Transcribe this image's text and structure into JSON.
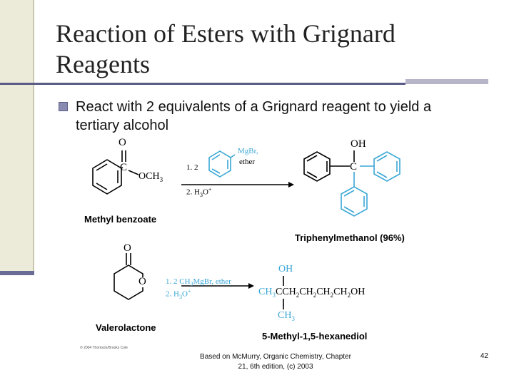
{
  "slide": {
    "title_line1": "Reaction of Esters with Grignard",
    "title_line2": "Reagents",
    "bullet": "React with 2 equivalents of a Grignard reagent to yield a tertiary alcohol",
    "footer_line1": "Based on McMurry, Organic Chemistry, Chapter",
    "footer_line2": "21, 6th edition, (c) 2003",
    "page_number": "42",
    "accent_color": "#5a5b86",
    "cyan_color": "#3aa7d6"
  },
  "reaction1": {
    "reactant_name": "Methyl benzoate",
    "carbonyl_o": "O",
    "carbon_c": "C",
    "methoxy": "OCH",
    "methoxy_sub": "3",
    "reagent_mgbr": "MgBr,",
    "reagent_ether": "ether",
    "step1": "1. 2",
    "step2": "2. H",
    "step2_sub": "3",
    "step2_tail": "O",
    "step2_sup": "+",
    "product_oh": "OH",
    "product_c": "C",
    "product_name": "Triphenylmethanol (96%)"
  },
  "reaction2": {
    "reactant_name": "Valerolactone",
    "ring_o": "O",
    "carbonyl_o": "O",
    "step1": "1. 2 CH",
    "step1_sub": "3",
    "step1_tail": "MgBr, ether",
    "step2": "2. H",
    "step2_sub": "3",
    "step2_tail": "O",
    "step2_sup": "+",
    "product_oh": "OH",
    "product_chain": "CH",
    "product_chain_sub": "3",
    "product_chain_tail": "CCH",
    "product_chain_sub2": "2",
    "product_chain_tail2": "CH",
    "product_chain_sub3": "2",
    "product_chain_tail3": "CH",
    "product_chain_sub4": "2",
    "product_chain_tail4": "CH",
    "product_chain_sub5": "2",
    "product_chain_tail5": "OH",
    "product_bottom": "CH",
    "product_bottom_sub": "3",
    "product_name": "5-Methyl-1,5-hexanediol"
  },
  "copyright": "© 2004 Thomson/Brooks Cole"
}
